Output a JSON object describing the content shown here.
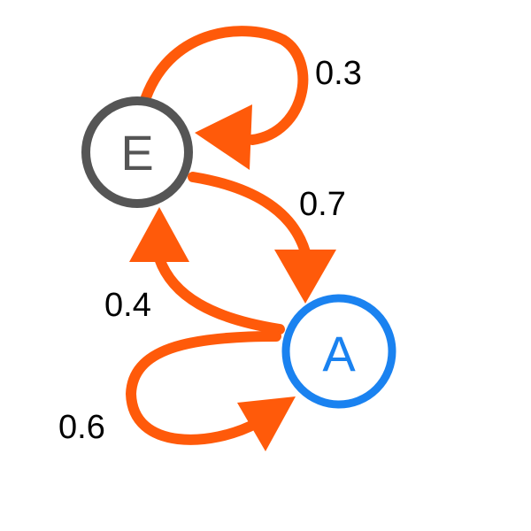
{
  "diagram": {
    "type": "markov-chain",
    "edge_color": "#ff5a0a",
    "nodes": [
      {
        "id": "E",
        "label": "E",
        "color": "#555555"
      },
      {
        "id": "A",
        "label": "A",
        "color": "#1a82f0"
      }
    ],
    "edges": [
      {
        "from": "E",
        "to": "E",
        "label": "0.3"
      },
      {
        "from": "E",
        "to": "A",
        "label": "0.7"
      },
      {
        "from": "A",
        "to": "E",
        "label": "0.4"
      },
      {
        "from": "A",
        "to": "A",
        "label": "0.6"
      }
    ]
  }
}
